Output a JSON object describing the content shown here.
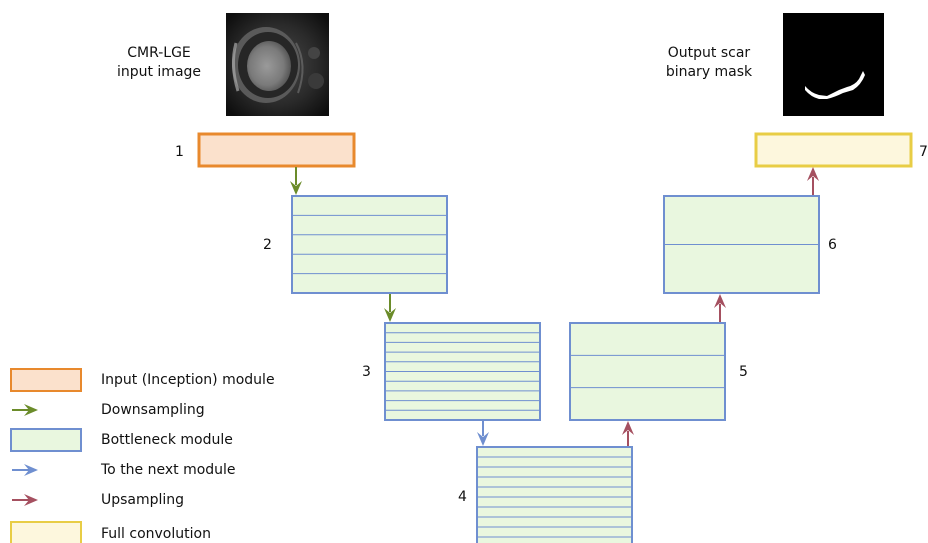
{
  "input_image": {
    "caption_line1": "CMR-LGE",
    "caption_line2": "input image"
  },
  "output_image": {
    "caption_line1": "Output scar",
    "caption_line2": "binary mask"
  },
  "modules": [
    {
      "label": "1",
      "kind": "input",
      "layers": 1
    },
    {
      "label": "2",
      "kind": "bottleneck",
      "layers": 5
    },
    {
      "label": "3",
      "kind": "bottleneck",
      "layers": 10
    },
    {
      "label": "4",
      "kind": "bottleneck",
      "layers": 10
    },
    {
      "label": "5",
      "kind": "bottleneck",
      "layers": 3
    },
    {
      "label": "6",
      "kind": "bottleneck",
      "layers": 2
    },
    {
      "label": "7",
      "kind": "full_convolution",
      "layers": 1
    }
  ],
  "legend": [
    {
      "label": "Input (Inception) module",
      "symbol": "box",
      "fill": "#fbe1cc",
      "stroke": "#e8892d"
    },
    {
      "label": "Downsampling",
      "symbol": "arrow",
      "color": "#6b8c2a"
    },
    {
      "label": "Bottleneck module",
      "symbol": "box",
      "fill": "#e9f7df",
      "stroke": "#6f8fd0"
    },
    {
      "label": "To the next module",
      "symbol": "arrow",
      "color": "#6f8fd0"
    },
    {
      "label": "Upsampling",
      "symbol": "arrow",
      "color": "#a55060"
    },
    {
      "label": "Full convolution",
      "symbol": "box",
      "fill": "#fdf7dd",
      "stroke": "#e8cd45"
    }
  ],
  "colors": {
    "input_fill": "#fbe1cc",
    "input_stroke": "#e8892d",
    "bottleneck_fill": "#e9f7df",
    "bottleneck_stroke": "#6f8fd0",
    "full_fill": "#fdf7dd",
    "full_stroke": "#e8cd45",
    "down_arrow": "#6b8c2a",
    "next_arrow": "#6f8fd0",
    "up_arrow": "#a55060"
  }
}
